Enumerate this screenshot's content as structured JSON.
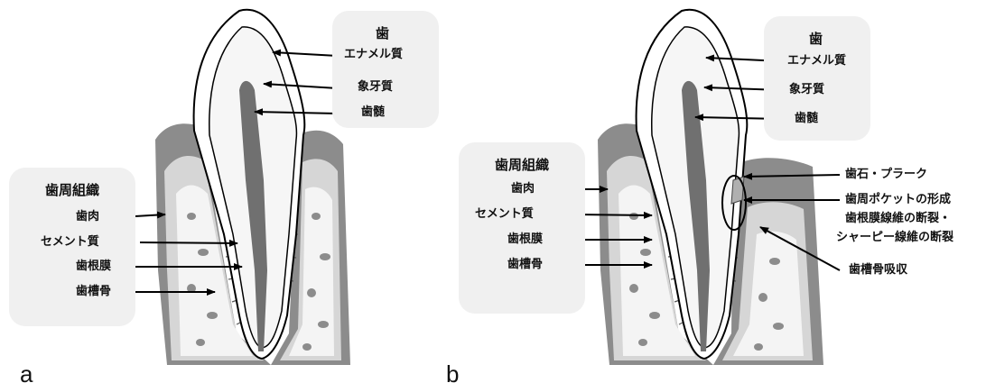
{
  "panel_a": {
    "letter": "a",
    "tooth_box": {
      "title": "歯",
      "items": [
        "エナメル質",
        "象牙質",
        "歯髄"
      ]
    },
    "perio_box": {
      "title": "歯周組織",
      "items": [
        "歯肉",
        "セメント質",
        "歯根膜",
        "歯槽骨"
      ]
    }
  },
  "panel_b": {
    "letter": "b",
    "tooth_box": {
      "title": "歯",
      "items": [
        "エナメル質",
        "象牙質",
        "歯髄"
      ]
    },
    "perio_box": {
      "title": "歯周組織",
      "items": [
        "歯肉",
        "セメント質",
        "歯根膜",
        "歯槽骨"
      ]
    },
    "annotations": [
      "歯石・プラーク",
      "歯周ポケットの形成",
      "歯根膜線維の断裂・",
      "シャーピー線維の断裂",
      "歯槽骨吸収"
    ]
  },
  "colors": {
    "gum": "#8c8c8c",
    "bone": "#d6d6d6",
    "bone_light": "#f4f4f4",
    "pulp": "#707070",
    "dentin": "#f6f6f6",
    "box_bg": "#f0f0f0"
  }
}
